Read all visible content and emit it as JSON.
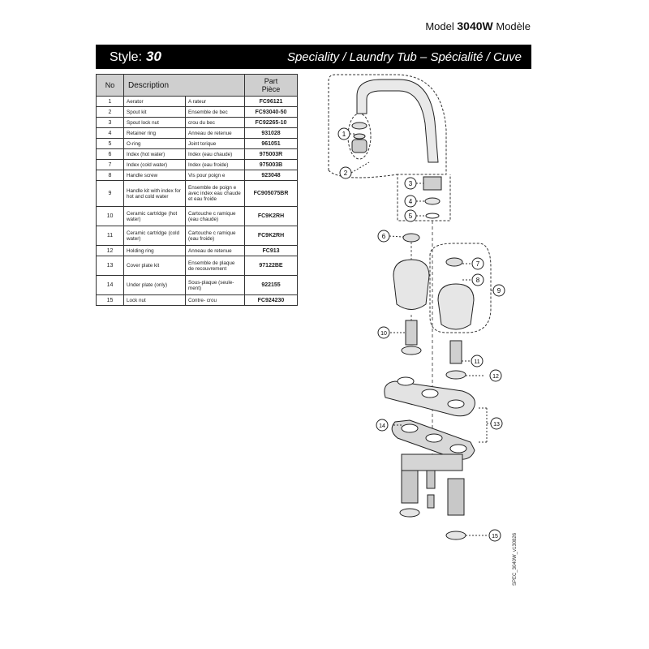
{
  "header": {
    "model_prefix": "Model",
    "model_number": "3040W",
    "model_suffix": "Modèle"
  },
  "style_bar": {
    "style_label": "Style:",
    "style_number": "30",
    "category": "Speciality / Laundry Tub – Spécialité / Cuve"
  },
  "table": {
    "headers": {
      "no": "No",
      "description": "Description",
      "part_line1": "Part",
      "part_line2": "Pièce"
    },
    "rows": [
      {
        "no": "1",
        "en": "Aerator",
        "fr": "A rateur",
        "part": "FC96121"
      },
      {
        "no": "2",
        "en": "Spout kit",
        "fr": "Ensemble de bec",
        "part": "FC93040-50"
      },
      {
        "no": "3",
        "en": "Spout lock nut",
        "fr": " crou du bec",
        "part": "FC92265-10"
      },
      {
        "no": "4",
        "en": "Retainer ring",
        "fr": "Anneau de retenue",
        "part": "931028"
      },
      {
        "no": "5",
        "en": "O-ring",
        "fr": "Joint torique",
        "part": "961051"
      },
      {
        "no": "6",
        "en": "Index (hot water)",
        "fr": "Index (eau chaude)",
        "part": "975003R"
      },
      {
        "no": "7",
        "en": "Index (cold water)",
        "fr": "Index (eau froide)",
        "part": "975003B"
      },
      {
        "no": "8",
        "en": "Handle screw",
        "fr": "Vis pour poign e",
        "part": "923048"
      },
      {
        "no": "9",
        "en": "Handle kit with index for hot and cold water",
        "fr": "Ensemble de poign e avec index eau chaude et eau froide",
        "part": "FC905075BR"
      },
      {
        "no": "10",
        "en": "Ceramic cartridge (hot water)",
        "fr": "Cartouche c ramique (eau chaude)",
        "part": "FC9K2RH"
      },
      {
        "no": "11",
        "en": "Ceramic cartridge (cold water)",
        "fr": "Cartouche c ramique (eau froide)",
        "part": "FC9K2RH"
      },
      {
        "no": "12",
        "en": "Holding ring",
        "fr": "Anneau de retenue",
        "part": "FC913"
      },
      {
        "no": "13",
        "en": "Cover plate kit",
        "fr": "Ensemble de plaque de recouvrement",
        "part": "97122BE"
      },
      {
        "no": "14",
        "en": "Under plate (only)",
        "fr": "Sous-plaque (seule-ment)",
        "part": "922155"
      },
      {
        "no": "15",
        "en": "Lock nut",
        "fr": "Contre- crou",
        "part": "FC924230"
      }
    ]
  },
  "diagram": {
    "callouts": [
      "1",
      "2",
      "3",
      "4",
      "5",
      "6",
      "7",
      "8",
      "9",
      "10",
      "11",
      "12",
      "13",
      "14",
      "15"
    ]
  },
  "footer": {
    "doc_code": "SPEC_3040W_v130826"
  }
}
